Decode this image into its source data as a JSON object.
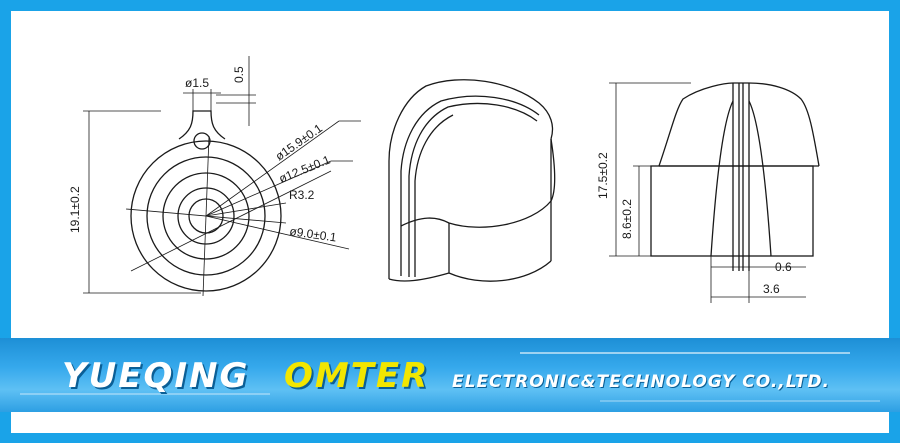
{
  "drawing": {
    "front_view": {
      "dim_top_width": "ø1.5",
      "dim_top_height": "0.5",
      "dim_overall_height": "19.1±0.2",
      "dim_outer_dia": "ø15.9±0.1",
      "dim_mid_dia": "ø12.5±0.1",
      "dim_radius": "R3.2",
      "dim_inner_dia": "ø9.0±0.1"
    },
    "side_view": {
      "dim_total_height": "17.5±0.2",
      "dim_base_height": "8.6±0.2",
      "dim_slot_width": "0.6",
      "dim_slot_outer": "3.6"
    }
  },
  "banner": {
    "brand_1": "YUEQING",
    "brand_2": "OMTER",
    "brand_3": "ELECTRONIC&TECHNOLOGY  CO.,LTD."
  },
  "colors": {
    "frame": "#1aa3e8",
    "brand_yellow": "#f2e600",
    "line": "#1a1a1a"
  }
}
